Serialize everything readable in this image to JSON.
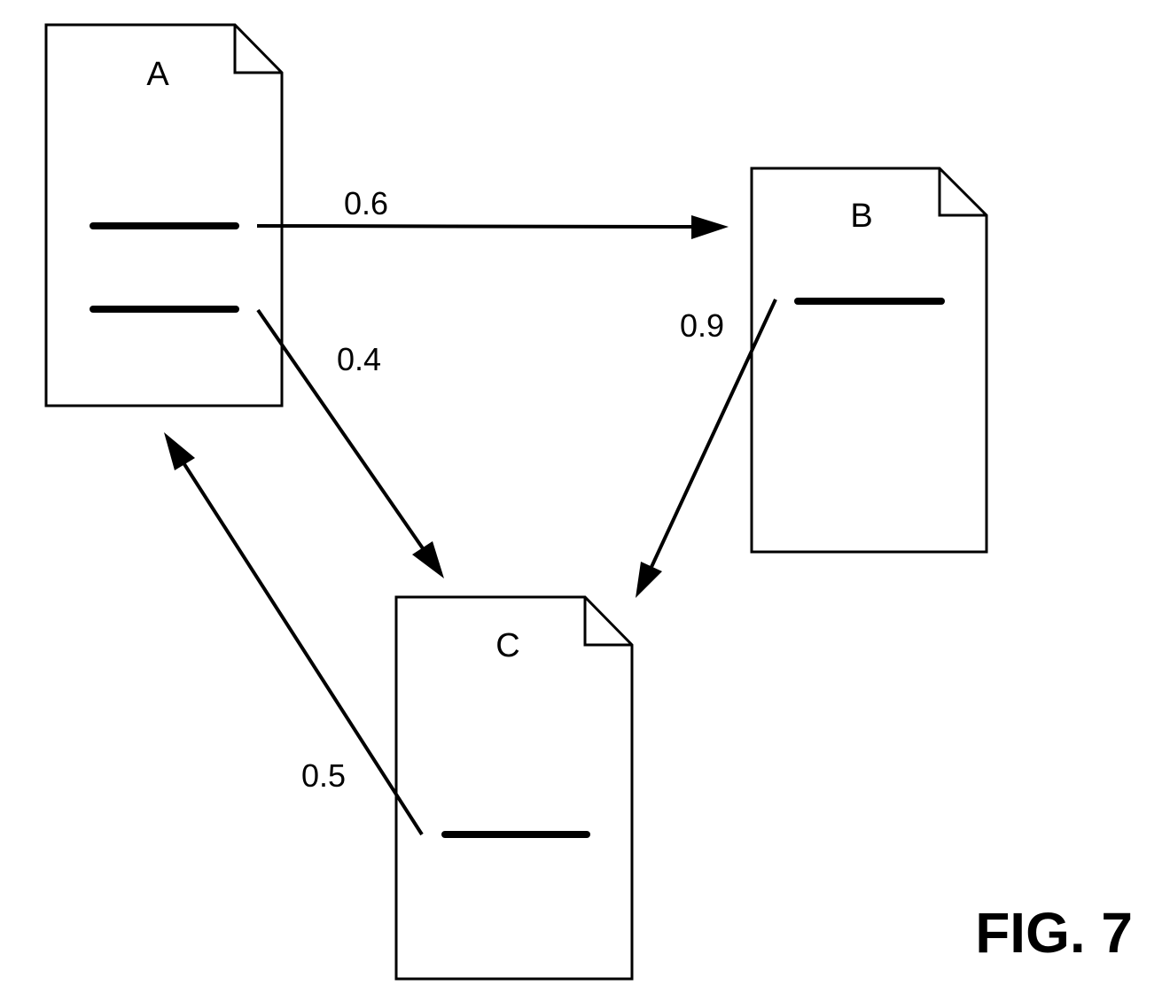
{
  "documents": {
    "a": {
      "label": "A"
    },
    "b": {
      "label": "B"
    },
    "c": {
      "label": "C"
    }
  },
  "edges": {
    "a_to_b": {
      "weight": "0.6"
    },
    "a_to_c": {
      "weight": "0.4"
    },
    "b_to_c": {
      "weight": "0.9"
    },
    "c_to_a": {
      "weight": "0.5"
    }
  },
  "figure": {
    "label": "FIG. 7"
  },
  "colors": {
    "ink": "#000000",
    "paper": "#ffffff"
  }
}
